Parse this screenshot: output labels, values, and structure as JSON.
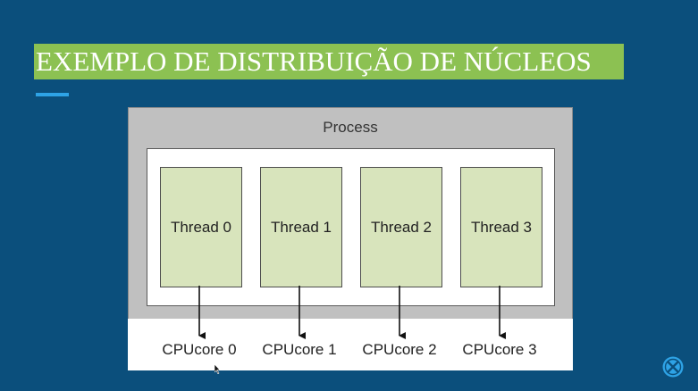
{
  "slide": {
    "title": "EXEMPLO DE DISTRIBUIÇÃO DE NÚCLEOS"
  },
  "diagram": {
    "process_label": "Process",
    "threads": [
      "Thread 0",
      "Thread 1",
      "Thread 2",
      "Thread 3"
    ],
    "cores": [
      "CPUcore 0",
      "CPUcore 1",
      "CPUcore 2",
      "CPUcore 3"
    ]
  },
  "colors": {
    "background": "#0b4f7c",
    "title_highlight": "#8cc152",
    "accent_line": "#2ea3e6",
    "process_fill": "#c0c0c0",
    "thread_fill": "#d8e4bc"
  },
  "icons": {
    "logo": "circle-x-logo-icon",
    "cursor": "mouse-pointer-icon"
  }
}
